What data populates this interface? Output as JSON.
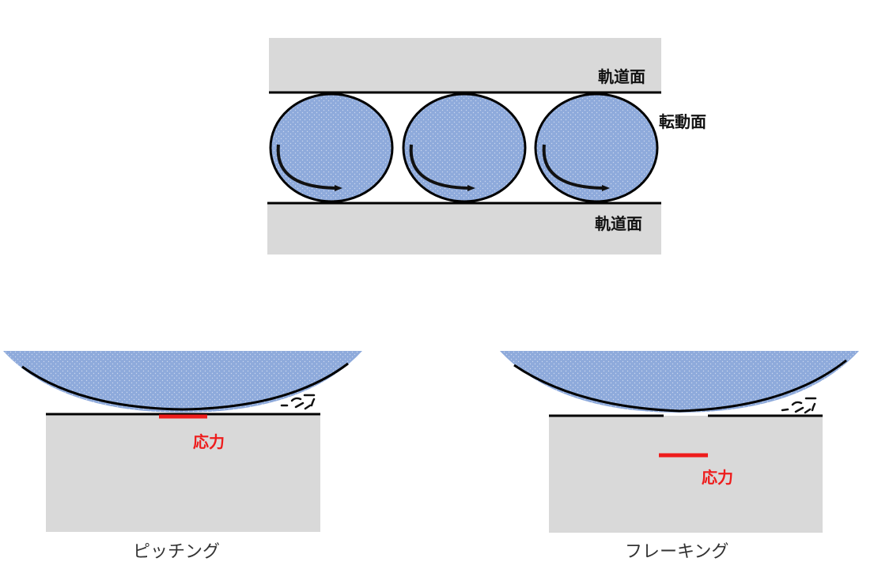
{
  "top_diagram": {
    "raceway_top_label": "軌道面",
    "rolling_surface_label": "転動面",
    "raceway_bottom_label": "軌道面"
  },
  "pitching": {
    "stress_label": "応力",
    "caption": "ピッチング"
  },
  "flaking": {
    "stress_label": "応力",
    "caption": "フレーキング"
  },
  "colors": {
    "race_gray": "#d9d9d9",
    "roller_blue": "#8eaadb",
    "stress_red": "#ee1c1c",
    "outline": "#000000"
  }
}
